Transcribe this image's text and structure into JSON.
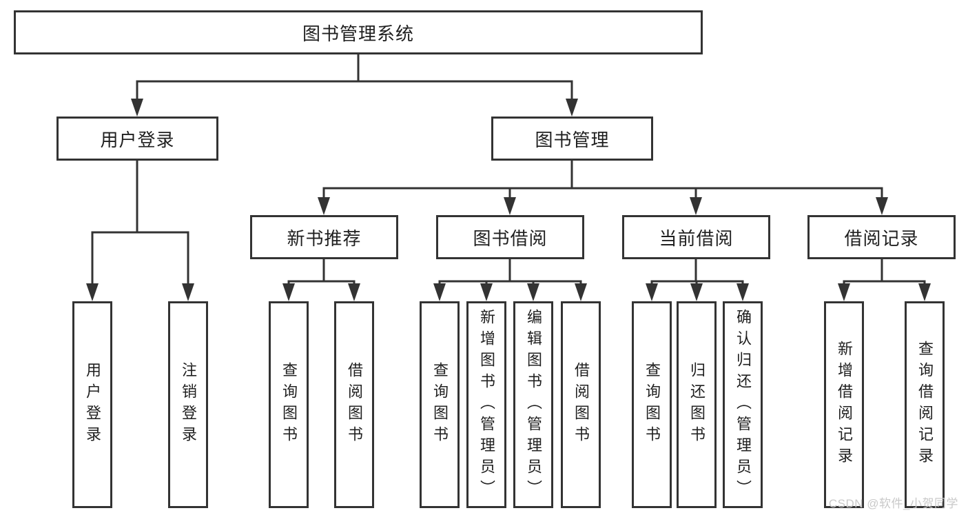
{
  "colors": {
    "line": "#333333",
    "box_border": "#333333",
    "text": "#1f1f1f",
    "background": "#ffffff",
    "watermark_text": "#c9c9c9"
  },
  "watermark": {
    "text": "CSDN @软件_小贺同学"
  },
  "tree": {
    "label": "图书管理系统",
    "children": [
      {
        "label": "用户登录",
        "children": [
          {
            "label": "用户登录"
          },
          {
            "label": "注销登录"
          }
        ]
      },
      {
        "label": "图书管理",
        "children": [
          {
            "label": "新书推荐",
            "children": [
              {
                "label": "查询图书"
              },
              {
                "label": "借阅图书"
              }
            ]
          },
          {
            "label": "图书借阅",
            "children": [
              {
                "label": "查询图书"
              },
              {
                "label": "新增图书（管理员）"
              },
              {
                "label": "编辑图书（管理员）"
              },
              {
                "label": "借阅图书"
              }
            ]
          },
          {
            "label": "当前借阅",
            "children": [
              {
                "label": "查询图书"
              },
              {
                "label": "归还图书"
              },
              {
                "label": "确认归还（管理员）"
              }
            ]
          },
          {
            "label": "借阅记录",
            "children": [
              {
                "label": "新增借阅记录"
              },
              {
                "label": "查询借阅记录"
              }
            ]
          }
        ]
      }
    ]
  }
}
